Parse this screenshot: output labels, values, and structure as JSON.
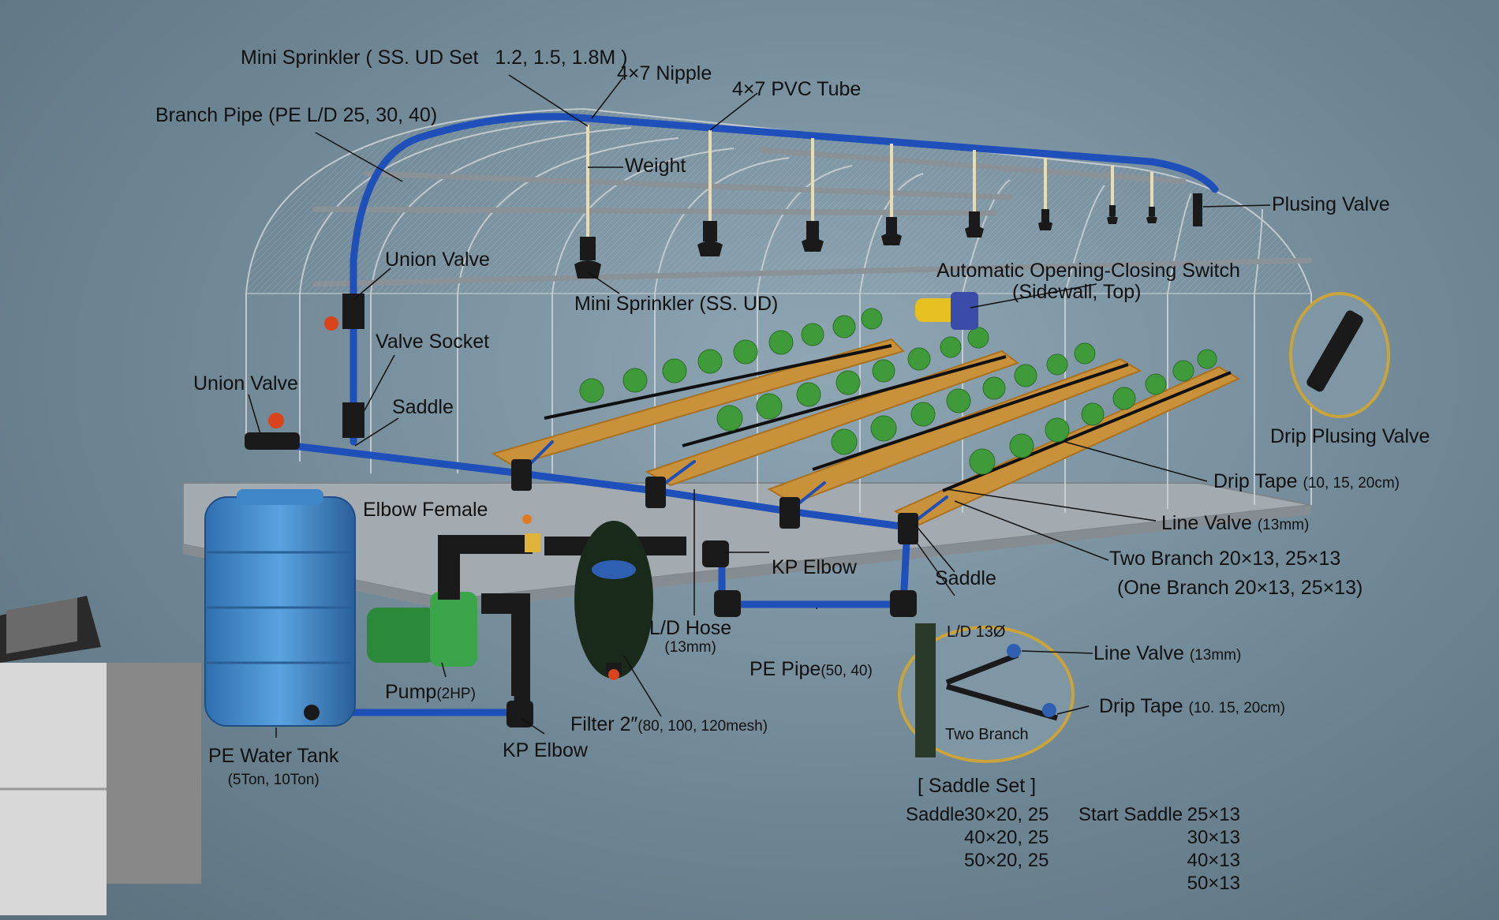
{
  "labels": {
    "mini_sprinkler_set": "Mini Sprinkler ( SS. UD Set",
    "mini_sprinkler_set_sizes": "1.2, 1.5, 1.8M )",
    "nipple": "4×7 Nipple",
    "pvc_tube": "4×7 PVC Tube",
    "branch_pipe": "Branch Pipe (PE L/D 25, 30, 40)",
    "weight": "Weight",
    "plusing_valve": "Plusing Valve",
    "union_valve_top": "Union Valve",
    "union_valve_left": "Union Valve",
    "valve_socket": "Valve Socket",
    "saddle_left": "Saddle",
    "mini_sprinkler": "Mini Sprinkler (SS. UD)",
    "auto_switch_line1": "Automatic Opening-Closing Switch",
    "auto_switch_line2": "(Sidewall, Top)",
    "drip_plusing_valve": "Drip Plusing Valve",
    "drip_tape": "Drip Tape",
    "drip_tape_sizes": "(10, 15, 20cm)",
    "line_valve": "Line Valve",
    "line_valve_size": "(13mm)",
    "two_branch": "Two Branch  20×13, 25×13",
    "one_branch": "(One Branch  20×13, 25×13)",
    "elbow_female": "Elbow Female",
    "kp_elbow_right": "KP Elbow",
    "saddle_right": "Saddle",
    "ld_hose": "L/D Hose",
    "ld_hose_size": "(13mm)",
    "pe_pipe": "PE Pipe",
    "pe_pipe_sizes": "(50, 40)",
    "pump": "Pump",
    "pump_power": "(2HP)",
    "filter": "Filter 2″",
    "filter_mesh": "(80, 100, 120mesh)",
    "pe_water_tank": "PE Water Tank",
    "pe_water_tank_sizes": "(5Ton, 10Ton)",
    "kp_elbow_bottom": "KP Elbow"
  },
  "inset": {
    "ld_13": "L/D 13Ø",
    "two_branch": "Two Branch",
    "line_valve": "Line Valve",
    "line_valve_size": "(13mm)",
    "drip_tape": "Drip Tape",
    "drip_tape_sizes": "(10. 15, 20cm)"
  },
  "saddle_set": {
    "title": "[ Saddle Set ]",
    "saddle_label": "Saddle",
    "saddle_sizes": [
      "30×20, 25",
      "40×20, 25",
      "50×20, 25"
    ],
    "start_saddle_label": "Start Saddle",
    "start_saddle_sizes": [
      "25×13",
      "30×13",
      "40×13",
      "50×13"
    ]
  },
  "colors": {
    "background": "#7890a0",
    "pipe": "#1f4fb8",
    "tank": "#3f86c8",
    "pump": "#3aa54a",
    "soil": "#c9913a",
    "plant": "#3f9a3a",
    "highlight_ring": "#c9a43a"
  }
}
